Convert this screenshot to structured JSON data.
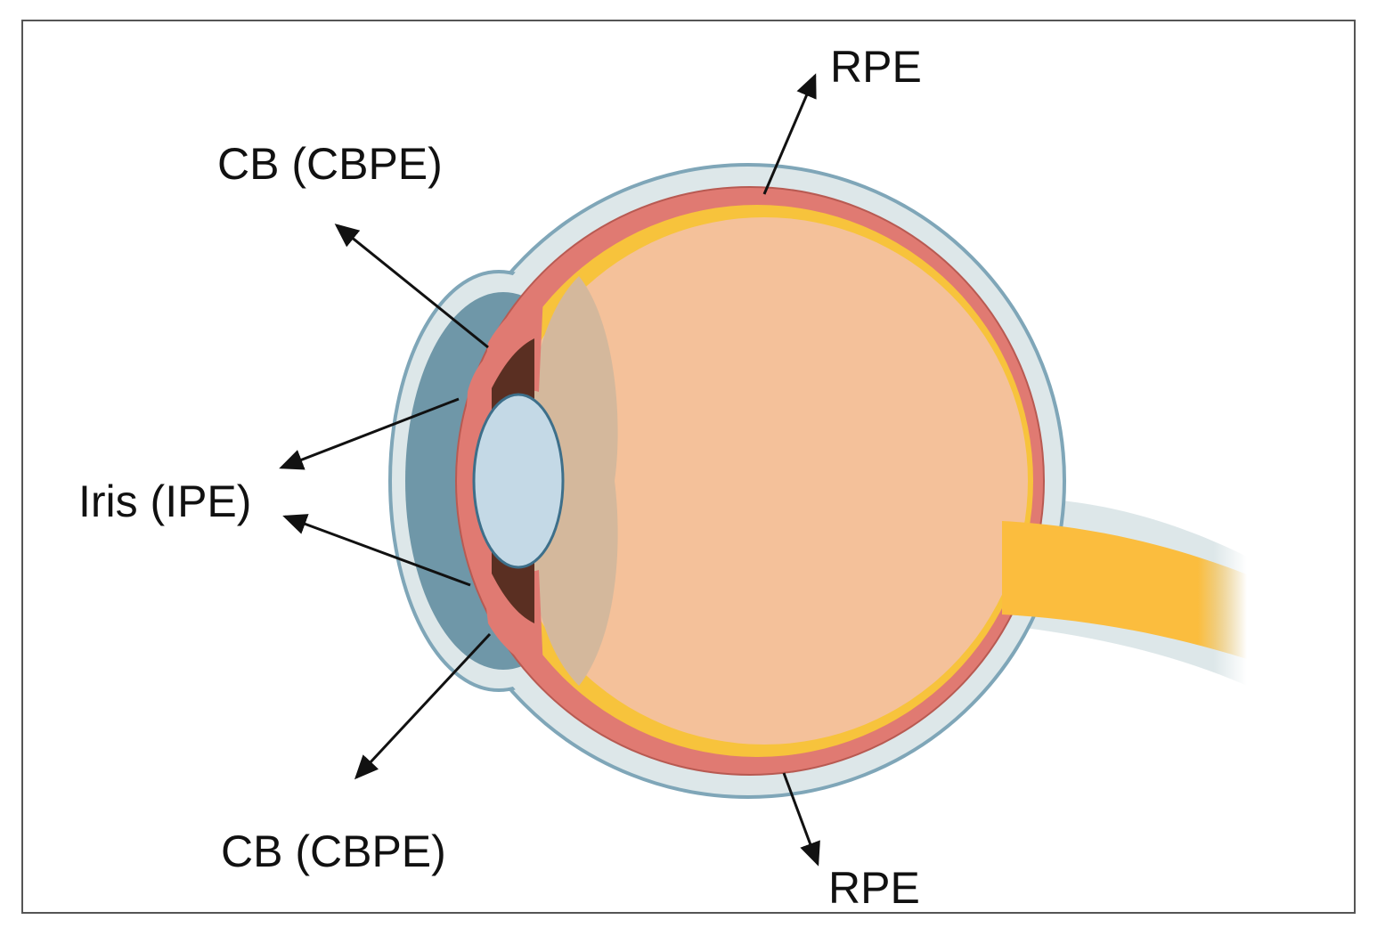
{
  "labels": {
    "rpe_top": "RPE",
    "cb_top": "CB (CBPE)",
    "iris": "Iris (IPE)",
    "cb_bottom": "CB (CBPE)",
    "rpe_bottom": "RPE"
  },
  "colors": {
    "sclera": "#dde7e9",
    "sclera_edge": "#7fa6b8",
    "choroid": "#e07a72",
    "retina": "#f7c33c",
    "vitreous": "#f4c19a",
    "anterior_chamber": "#6f97a8",
    "lens": "#c4d9e6",
    "ciliary_body": "#5a2f22",
    "optic_nerve": "#fbbd3e",
    "arrow": "#111111"
  }
}
